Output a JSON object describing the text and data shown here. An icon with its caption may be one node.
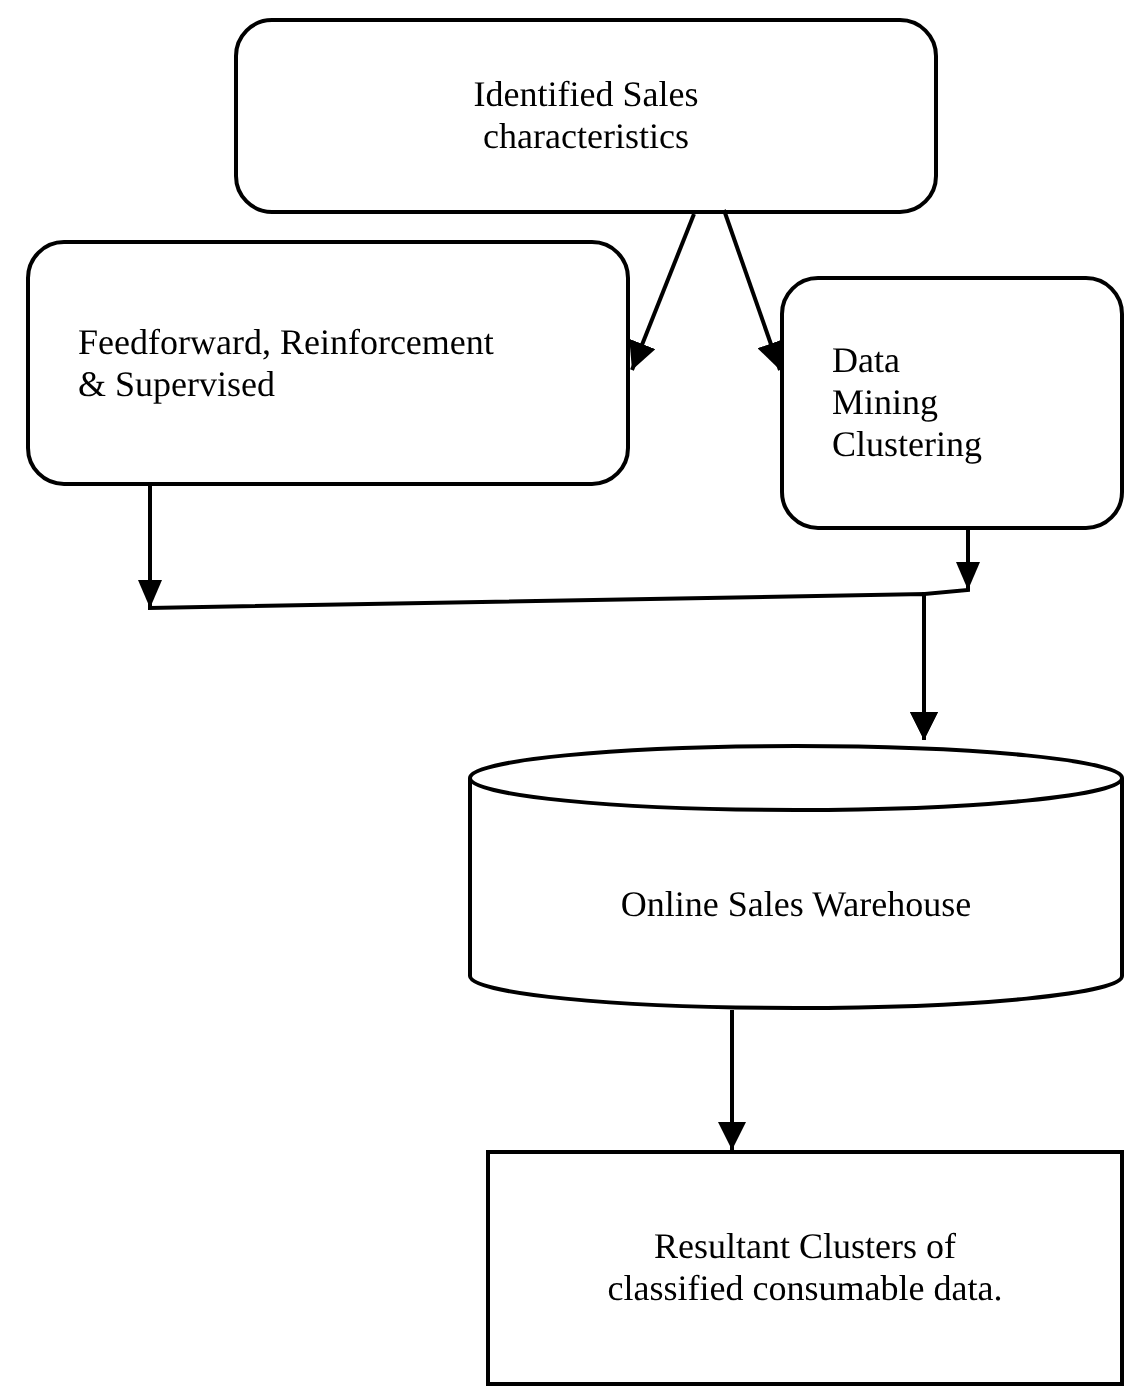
{
  "diagram": {
    "nodes": [
      {
        "text": [
          "Identified Sales characteristics"
        ]
      },
      {
        "text": [
          "Feedforward, Reinforcement & Supervised"
        ]
      },
      {
        "text": [
          "Data Mining Clustering"
        ]
      },
      {
        "text": [
          "Online Sales Warehouse"
        ]
      },
      {
        "text": [
          "Resultant Clusters of classified consumable data."
        ]
      }
    ],
    "edges": [
      {
        "from": 0,
        "to": 1,
        "arrow": "to"
      },
      {
        "from": 0,
        "to": 2,
        "arrow": "to"
      },
      {
        "from": 1,
        "to": 3,
        "arrow": "to"
      },
      {
        "from": 2,
        "to": 3,
        "arrow": "to"
      },
      {
        "from": 3,
        "to": 4,
        "arrow": "to"
      }
    ]
  }
}
